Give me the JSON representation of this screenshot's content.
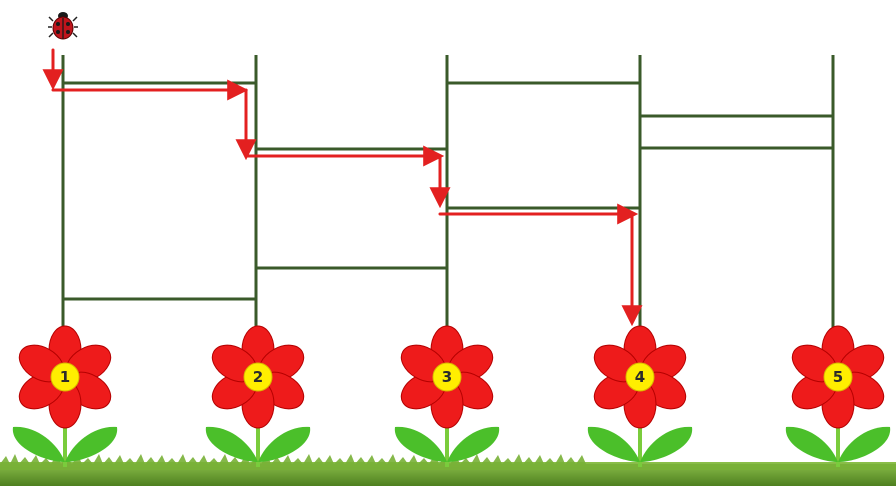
{
  "diagram": {
    "colors": {
      "ladder": "#3a5a2a",
      "path": "#e32020",
      "petal": "#ee1b1b",
      "petal_edge": "#b40000",
      "center": "#ffee00",
      "stem": "#7acc3c",
      "leaf": "#4bbf2a",
      "grass": "#6aa32e",
      "ladybug": "#c0141c"
    },
    "icons": {
      "start": "ladybug-icon",
      "flower": "flower-icon",
      "arrow": "arrow-down-icon"
    },
    "flowers": [
      {
        "label": "1"
      },
      {
        "label": "2"
      },
      {
        "label": "3"
      },
      {
        "label": "4"
      },
      {
        "label": "5"
      }
    ]
  }
}
